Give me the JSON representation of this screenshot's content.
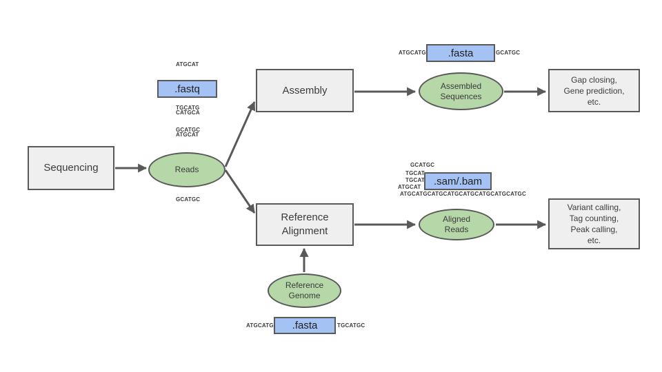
{
  "nodes": {
    "sequencing": {
      "label": "Sequencing"
    },
    "reads": {
      "label": "Reads"
    },
    "assembly": {
      "label": "Assembly"
    },
    "reference_alignment": {
      "lines": [
        "Reference",
        "Alignment"
      ]
    },
    "assembled_sequences": {
      "lines": [
        "Assembled",
        "Sequences"
      ]
    },
    "aligned_reads": {
      "lines": [
        "Aligned",
        "Reads"
      ]
    },
    "reference_genome": {
      "lines": [
        "Reference",
        "Genome"
      ]
    },
    "assembly_followup": {
      "lines": [
        "Gap closing,",
        "Gene prediction,",
        "etc."
      ]
    },
    "alignment_followup": {
      "lines": [
        "Variant calling,",
        "Tag counting,",
        "Peak calling,",
        "etc."
      ]
    }
  },
  "file_formats": {
    "fastq": {
      "label": ".fastq",
      "seq_above": [
        "ATGCAT",
        "TGCATG",
        "TGCATG",
        "GCATGC"
      ],
      "seq_below": [
        "CATGCA",
        "ATGCAT",
        "ATGCAT",
        "GCATGC",
        "GCATGC"
      ]
    },
    "fasta_assembled": {
      "label": ".fasta",
      "seq_left": "ATGCATG",
      "seq_right": "GCATGC"
    },
    "sam_bam": {
      "label": ".sam/.bam",
      "seq_lines": [
        "GCATGC",
        "TGCAT",
        "TGCAT",
        "ATGCAT"
      ],
      "seq_long": "ATGCATGCATGCATGCATGCATGCATGCATGC"
    },
    "fasta_reference": {
      "label": ".fasta",
      "seq_left": "ATGCATG",
      "seq_right": "TGCATGC"
    }
  },
  "colors": {
    "process_fill": "#efefef",
    "data_fill": "#b6d7a8",
    "format_fill": "#a4c2f4",
    "border": "#595959",
    "arrow": "#595959",
    "text": "#3b3b3b"
  }
}
